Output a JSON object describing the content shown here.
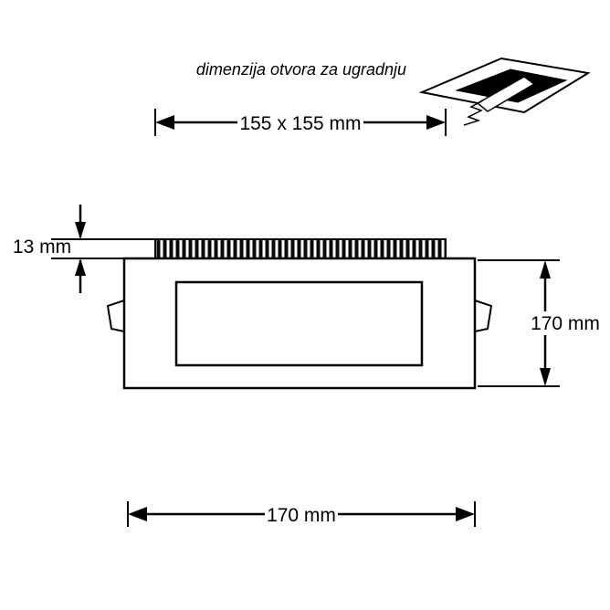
{
  "title": "dimenzija otvora za ugradnju",
  "dimensions": {
    "cutout": "155 x 155 mm",
    "depth": "13 mm",
    "height": "170 mm",
    "width": "170 mm"
  },
  "icons": {
    "cutout_illustration": "ceiling-cutout-square-icon",
    "screw": "screw-icon"
  },
  "colors": {
    "line": "#000000",
    "background": "#ffffff",
    "cutout_fill": "#000000"
  }
}
